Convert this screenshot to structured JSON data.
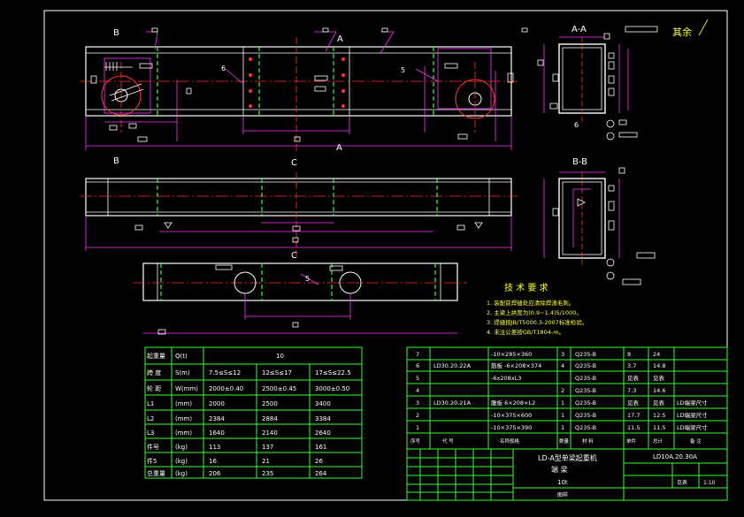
{
  "labels": {
    "B_top": "B",
    "A_top": "A",
    "B_mid": "B",
    "A_mid": "A",
    "C_mid": "C",
    "C_low": "C",
    "sec_AA": "A-A",
    "sec_BB": "B-B",
    "roughness": "其余",
    "six_a": "6",
    "five_a": "5",
    "five_b": "5",
    "six_b": "6"
  },
  "tech": {
    "title": "技 术 要 求",
    "lines": [
      "1. 装配前焊缝处应清除焊渣毛刺。",
      "2. 主梁上拱度为(0.9~1.4)S/1000。",
      "3. 焊缝按JB/T5000.3-2007标准检验。",
      "4. 未注公差按GB/T1804-m。"
    ]
  },
  "param_table": {
    "header": [
      "起重量",
      "Q(t)",
      "10"
    ],
    "rows": [
      [
        "跨 度",
        "S(m)",
        "7.5≤S≤12",
        "12≤S≤17",
        "17≤S≤22.5"
      ],
      [
        "轮 距",
        "W(mm)",
        "2000±0.40",
        "2500±0.45",
        "3000±0.50"
      ],
      [
        "L1",
        "(mm)",
        "2000",
        "2500",
        "3400"
      ],
      [
        "L2",
        "(mm)",
        "2384",
        "2884",
        "3384"
      ],
      [
        "L3",
        "(mm)",
        "1640",
        "2140",
        "2640"
      ],
      [
        "件号",
        "(kg)",
        "113",
        "137",
        "161"
      ],
      [
        "件5",
        "(kg)",
        "16",
        "21",
        "26"
      ],
      [
        "总重量",
        "(kg)",
        "206",
        "235",
        "264"
      ]
    ]
  },
  "bom": {
    "rows": [
      [
        "7",
        "",
        "-10×285×360",
        "3",
        "Q235-B",
        "8",
        "24",
        ""
      ],
      [
        "6",
        "LD30.20.22A",
        "筋板 -6×208×374",
        "4",
        "Q235-B",
        "3.7",
        "14.8",
        ""
      ],
      [
        "5",
        "",
        "-6x208xL3",
        "",
        "Q235-B",
        "见表",
        "见表",
        ""
      ],
      [
        "4",
        "",
        "",
        "2",
        "Q235-B",
        "7.3",
        "14.6",
        ""
      ],
      [
        "3",
        "LD30.20.21A",
        "腹板 6×208×L2",
        "1",
        "Q235-B",
        "见表",
        "见表",
        "LD端梁尺寸"
      ],
      [
        "2",
        "",
        "-10×375×600",
        "1",
        "Q235-B",
        "17.7",
        "12.5",
        "LD端梁尺寸"
      ],
      [
        "1",
        "",
        "-10×375×390",
        "1",
        "Q235-B",
        "11.5",
        "11.5",
        "LD端梁尺寸"
      ]
    ],
    "header": [
      "序号",
      "代 号",
      "名称规格",
      "数量",
      "材 料",
      "单件",
      "总计",
      "备 注"
    ]
  },
  "title_block": {
    "name1": "LD-A型单梁起重机",
    "name2": "端 梁",
    "name3": "10t",
    "code": "LD10A.20.30A",
    "scale": "1:10",
    "weight": "见表",
    "company": "图样"
  }
}
